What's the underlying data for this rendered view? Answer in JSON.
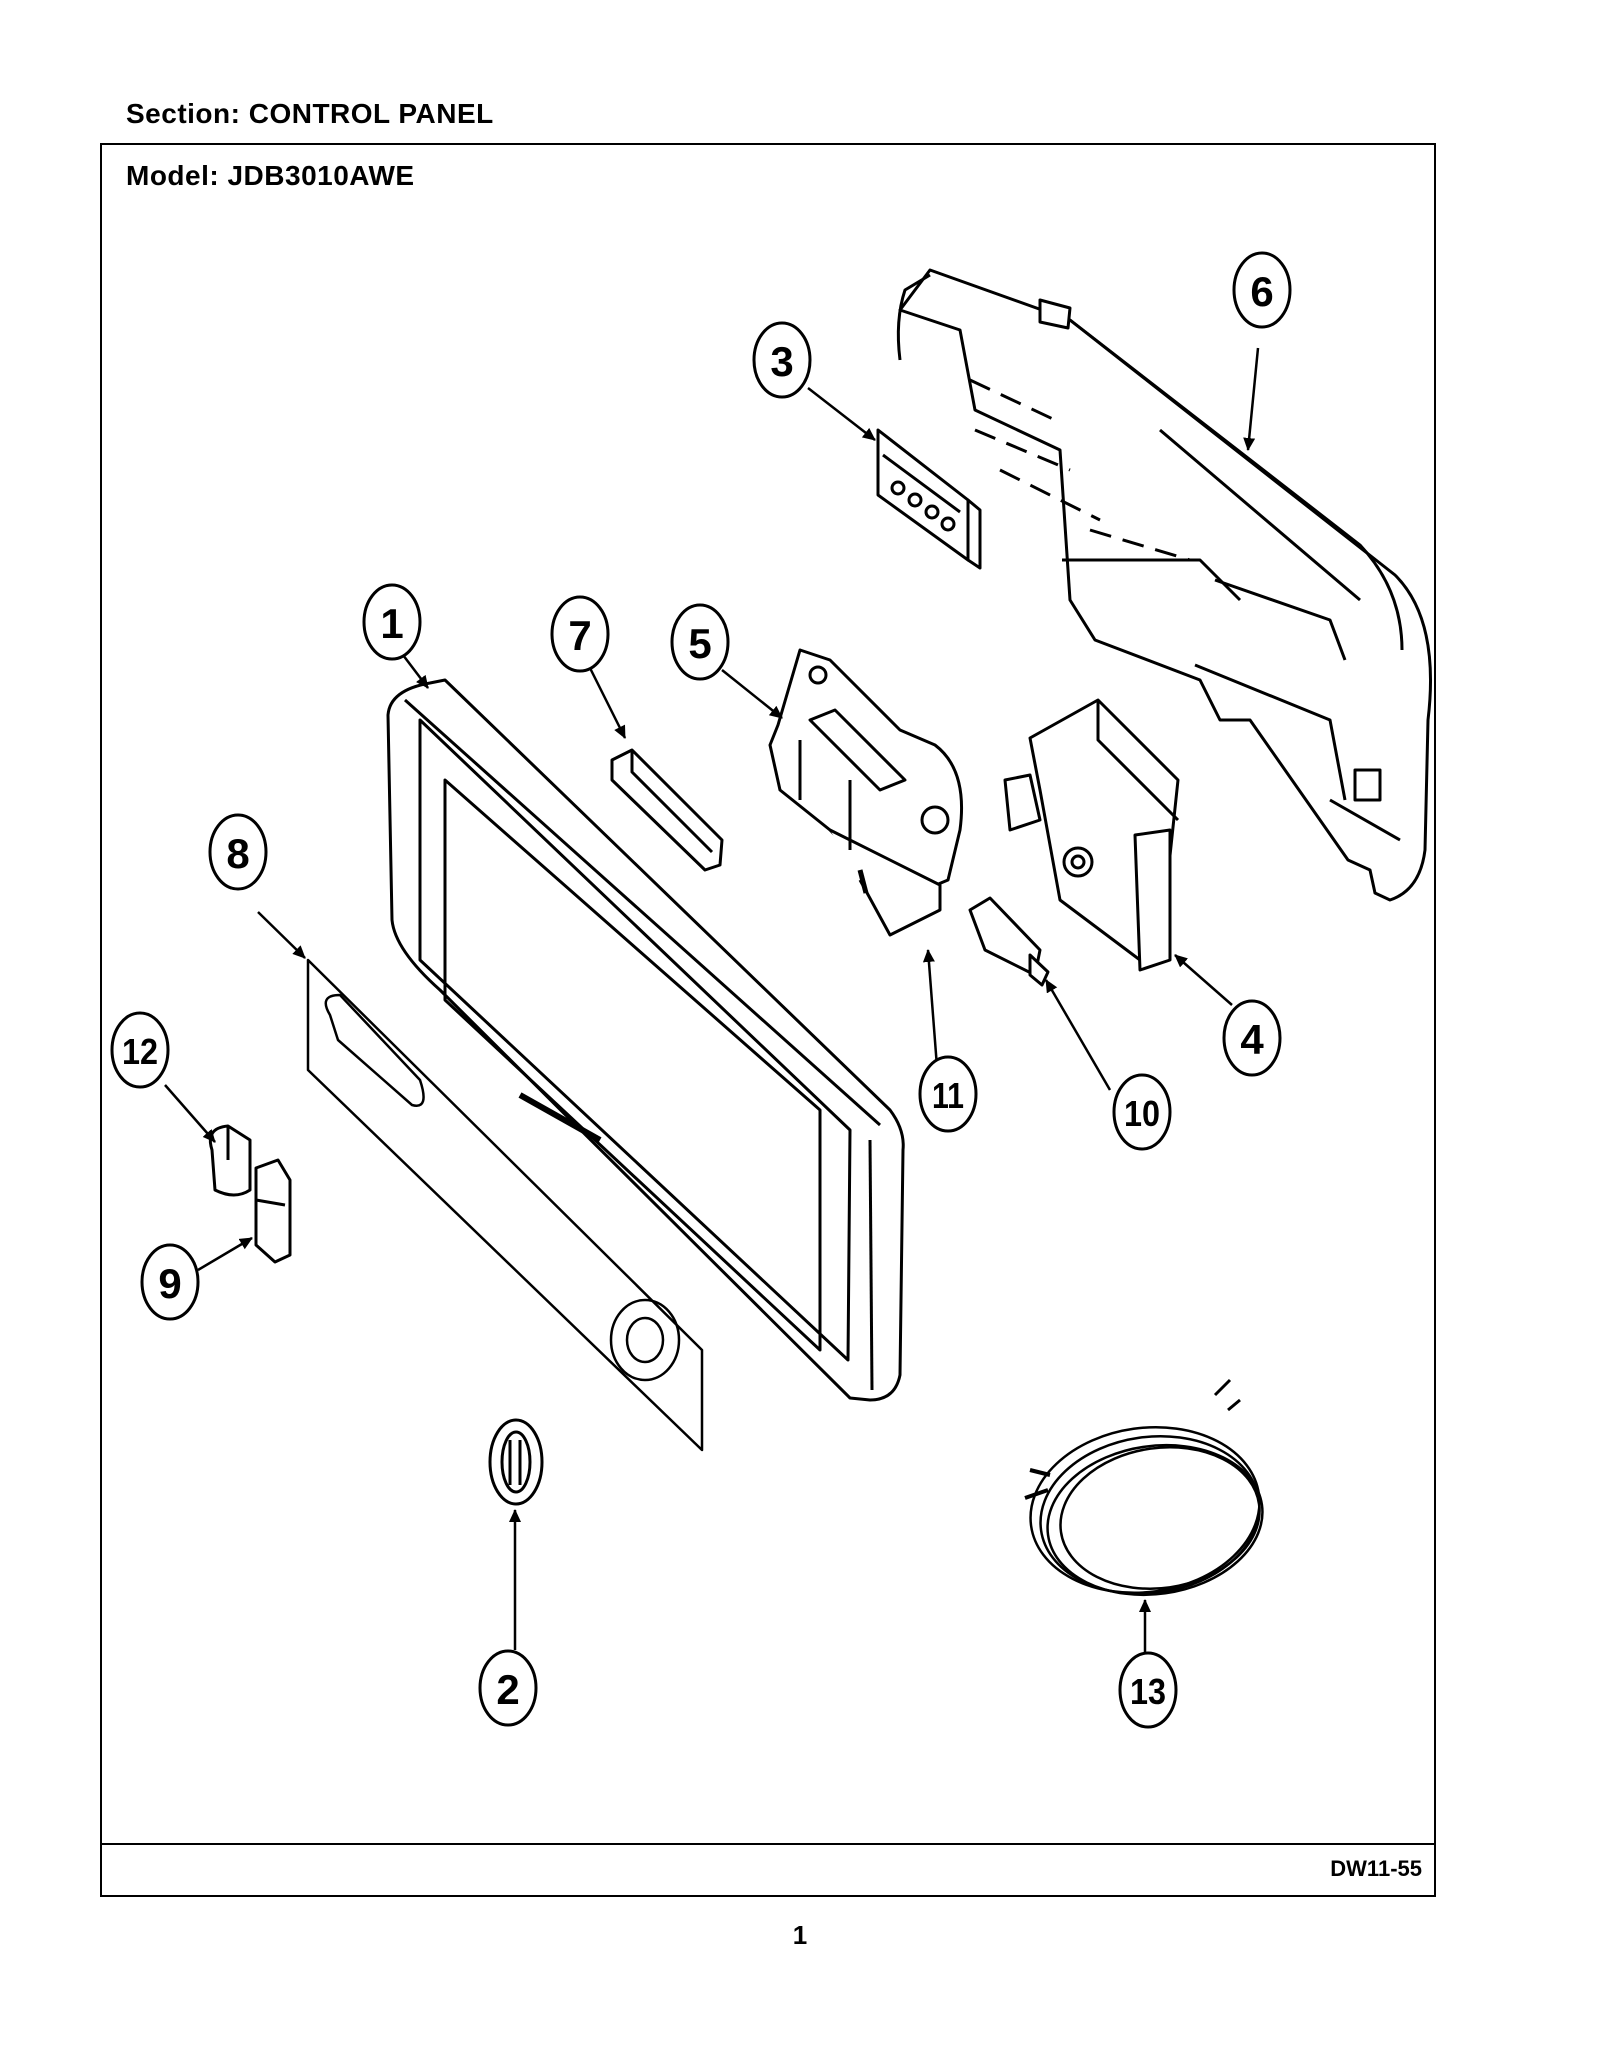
{
  "header": {
    "section_label": "Section:  CONTROL PANEL",
    "model_label": "Model:  JDB3010AWE"
  },
  "diagram": {
    "callouts": [
      "1",
      "2",
      "3",
      "4",
      "5",
      "6",
      "7",
      "8",
      "9",
      "10",
      "11",
      "12",
      "13"
    ]
  },
  "footer": {
    "diagram_code": "DW11-55",
    "page_number": "1"
  }
}
